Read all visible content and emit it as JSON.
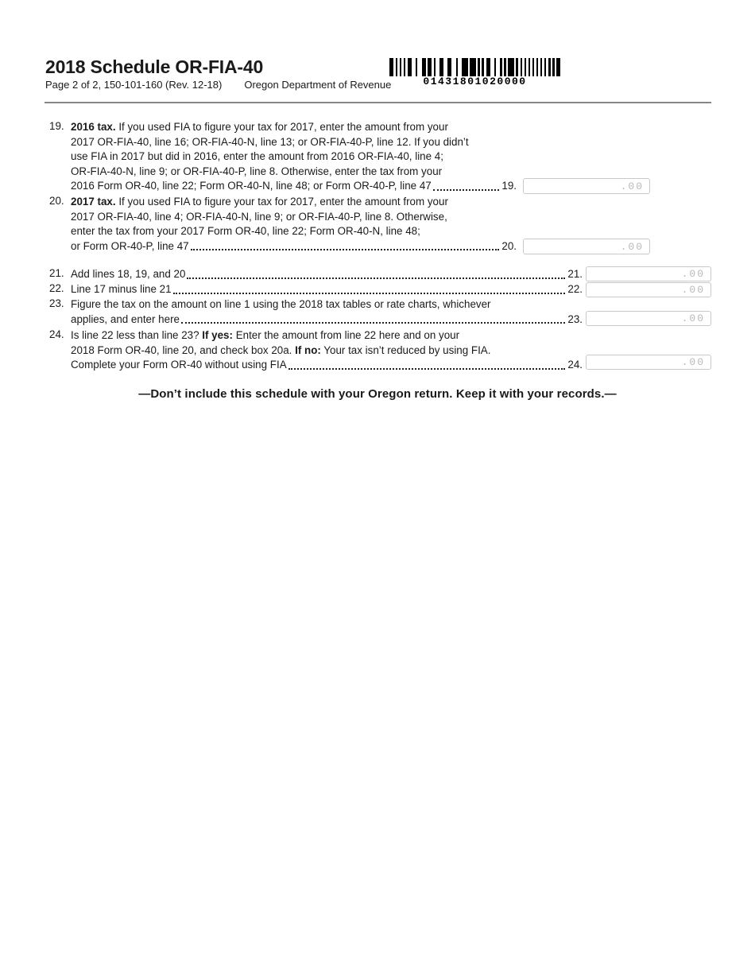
{
  "header": {
    "title": "2018 Schedule OR-FIA-40",
    "page_info": "Page 2 of 2, 150-101-160 (Rev. 12-18)",
    "agency": "Oregon Department of Revenue",
    "barcode_number": "01431801020000"
  },
  "form": {
    "i19": {
      "num": "19.",
      "l1b": "2016 tax.",
      "l1r": " If you used FIA to figure your tax for 2017, enter the amount from your",
      "l2": "2017 OR-FIA-40, line 16; OR-FIA-40-N, line 13; or OR-FIA-40-P, line 12. If you didn’t",
      "l3": "use FIA in 2017 but did in 2016, enter the amount from 2016 OR-FIA-40, line 4;",
      "l4": "OR-FIA-40-N, line 9; or OR-FIA-40-P, line 8. Otherwise, enter the tax from your",
      "l5": "2016 Form OR-40, line 22; Form OR-40-N, line 48; or Form OR-40-P, line 47",
      "suffix": "19.",
      "placeholder": ".00"
    },
    "i20": {
      "num": "20.",
      "l1b": "2017 tax.",
      "l1r": " If you used FIA to figure your tax for 2017, enter the amount from your",
      "l2": "2017 OR-FIA-40, line 4; OR-FIA-40-N, line 9; or OR-FIA-40-P, line 8. Otherwise,",
      "l3": "enter the tax from your 2017 Form OR-40, line 22; Form OR-40-N, line 48;",
      "l4": "or Form OR-40-P, line 47",
      "suffix": "20.",
      "placeholder": ".00"
    },
    "i21": {
      "num": "21.",
      "l1": "Add lines 18, 19, and 20",
      "suffix": "21.",
      "placeholder": ".00"
    },
    "i22": {
      "num": "22.",
      "l1": "Line 17 minus line 21",
      "suffix": "22.",
      "placeholder": ".00"
    },
    "i23": {
      "num": "23.",
      "l1": "Figure the tax on the amount on line 1 using the 2018 tax tables or rate charts, whichever",
      "l2": "applies, and enter here",
      "suffix": "23.",
      "placeholder": ".00"
    },
    "i24": {
      "num": "24.",
      "l1a": "Is line 22 less than line 23? ",
      "l1b": "If yes:",
      "l1c": " Enter the amount from line 22 here and on your",
      "l2a": "2018 Form OR-40, line 20, and check box 20a. ",
      "l2b": "If no:",
      "l2c": " Your tax isn’t reduced by using FIA.",
      "l3": "Complete your Form OR-40 without using FIA",
      "suffix": "24.",
      "placeholder": ".00"
    }
  },
  "footer": {
    "note": "—Don’t include this schedule with your Oregon return. Keep it with your records.—"
  },
  "colors": {
    "text": "#1a1a1a",
    "rule": "#868686",
    "box_border": "#c9c9c9",
    "placeholder_text": "#b9b9b9"
  }
}
